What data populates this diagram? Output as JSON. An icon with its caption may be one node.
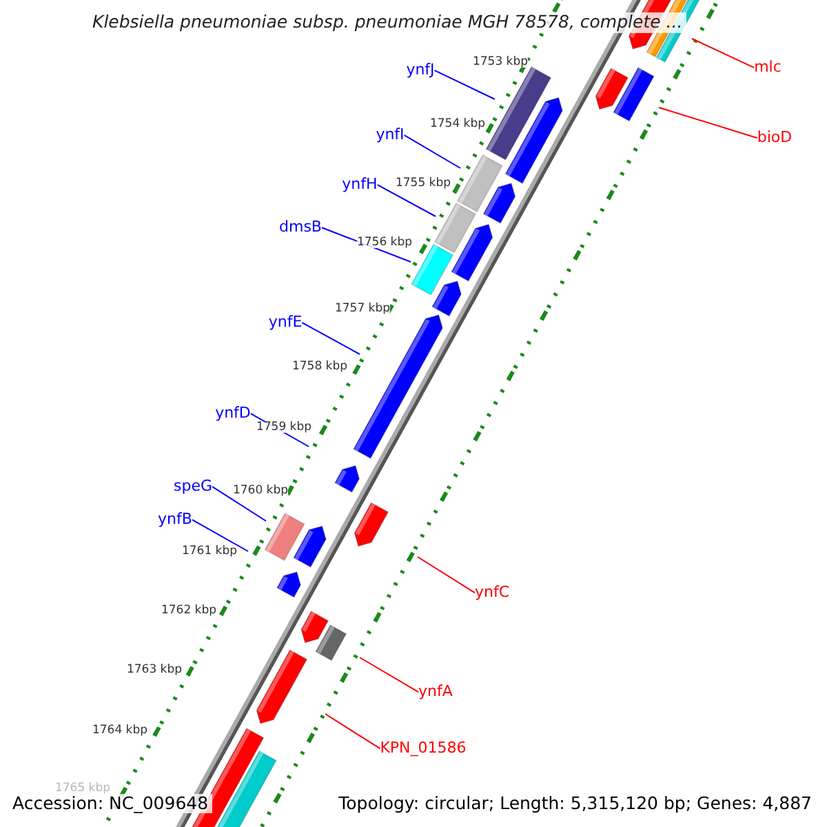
{
  "diagram": {
    "title": "Klebsiella pneumoniae subsp. pneumoniae MGH 78578, complete ...",
    "nodes": [
      {
        "text": [
          "ynfJ"
        ]
      },
      {
        "text": [
          "ynfI"
        ]
      },
      {
        "text": [
          "ynfH"
        ]
      },
      {
        "text": [
          "dmsB"
        ]
      },
      {
        "text": [
          "ynfE"
        ]
      },
      {
        "text": [
          "ynfD"
        ]
      },
      {
        "text": [
          "speG"
        ]
      },
      {
        "text": [
          "ynfB"
        ]
      },
      {
        "text": [
          "mlc"
        ]
      },
      {
        "text": [
          "bioD"
        ]
      },
      {
        "text": [
          "ynfC"
        ]
      },
      {
        "text": [
          "ynfA"
        ]
      },
      {
        "text": [
          "KPN_01586"
        ]
      }
    ],
    "edges": [
      {
        "from": 0,
        "to": null,
        "arrow": "none"
      },
      {
        "from": 1,
        "to": null,
        "arrow": "none"
      },
      {
        "from": 2,
        "to": null,
        "arrow": "none"
      },
      {
        "from": 3,
        "to": null,
        "arrow": "none"
      },
      {
        "from": 4,
        "to": null,
        "arrow": "none"
      },
      {
        "from": 5,
        "to": null,
        "arrow": "none"
      },
      {
        "from": 6,
        "to": null,
        "arrow": "none"
      },
      {
        "from": 7,
        "to": null,
        "arrow": "none"
      },
      {
        "from": 8,
        "to": null,
        "arrow": "none",
        "color": "#ff0000"
      },
      {
        "from": 9,
        "to": null,
        "arrow": "none",
        "color": "#ff0000"
      },
      {
        "from": 10,
        "to": null,
        "arrow": "none",
        "color": "#ff0000"
      },
      {
        "from": 11,
        "to": null,
        "arrow": "none",
        "color": "#ff0000"
      },
      {
        "from": 12,
        "to": null,
        "arrow": "none",
        "color": "#ff0000"
      }
    ],
    "labels": [
      "1753 kbp",
      "1754 kbp",
      "1755 kbp",
      "1756 kbp",
      "1757 kbp",
      "1758 kbp",
      "1759 kbp",
      "1760 kbp",
      "1761 kbp",
      "1762 kbp",
      "1763 kbp",
      "1764 kbp",
      "1765 kbp",
      "Accession: NC_009648",
      "Topology: circular; Length: 5,315,120 bp; Genes: 4,887"
    ]
  }
}
